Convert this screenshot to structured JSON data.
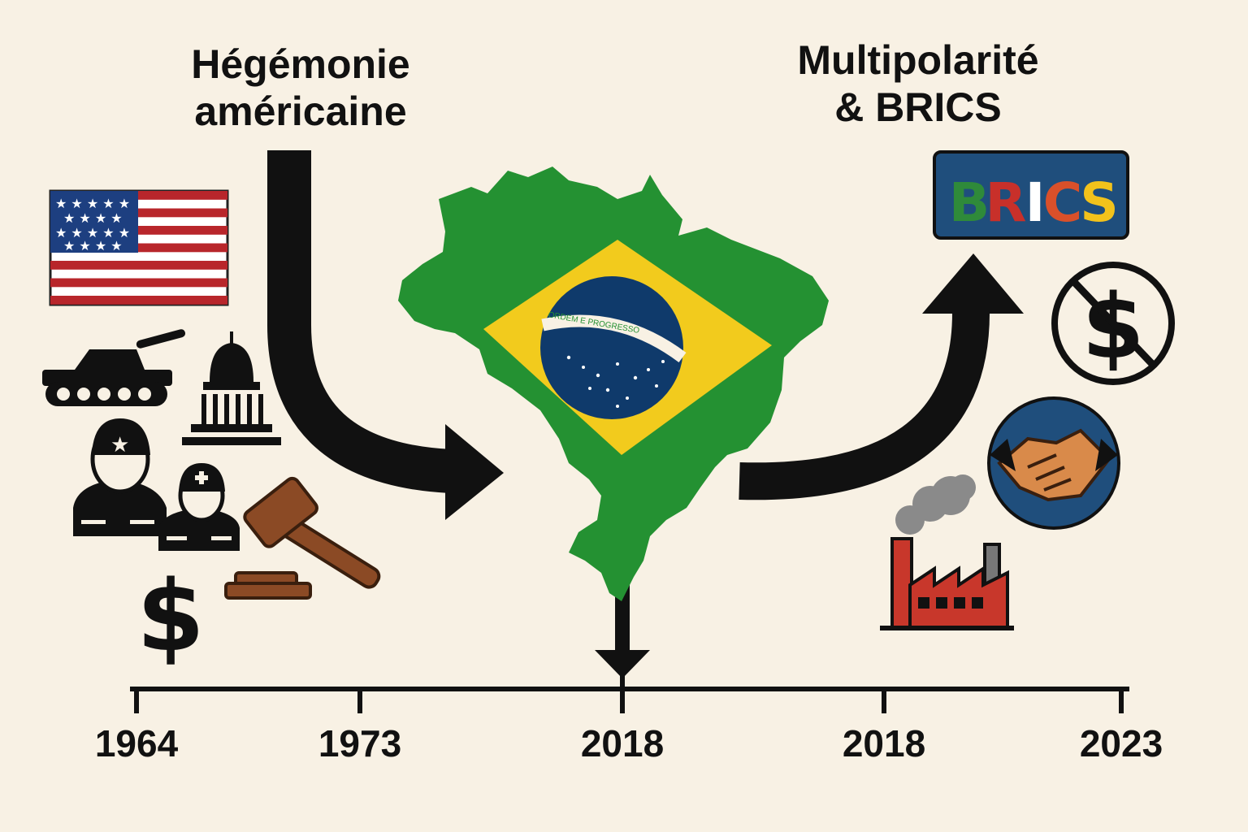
{
  "headings": {
    "left_line1": "Hégémonie",
    "left_line2": "américaine",
    "right_line1": "Multipolarité",
    "right_line2": "& BRICS"
  },
  "timeline": {
    "years": [
      "1964",
      "1973",
      "2018",
      "2018",
      "2023"
    ]
  },
  "flag_motto": "ORDEM E PROGRESSO",
  "brics_badge": {
    "letters": [
      {
        "char": "B",
        "color": "#2f8a3a"
      },
      {
        "char": "R",
        "color": "#c8302a"
      },
      {
        "char": "I",
        "color": "#ffffff"
      },
      {
        "char": "C",
        "color": "#d9502a"
      },
      {
        "char": "S",
        "color": "#f2c21b"
      }
    ],
    "background": "#1f4e7c"
  },
  "left_icons": [
    "us-flag-icon",
    "tank-icon",
    "capitol-icon",
    "soldier-icon",
    "medic-soldier-icon",
    "gavel-icon",
    "dollar-icon"
  ],
  "right_icons": [
    "brics-badge",
    "no-dollar-icon",
    "handshake-icon",
    "factory-icon"
  ],
  "colors": {
    "background": "#f8f1e4",
    "brazil_green": "#249132",
    "brazil_yellow": "#f2cb1d",
    "brazil_blue": "#0f3a6b",
    "arrow": "#111111",
    "usa_red": "#b8262b",
    "usa_blue": "#1d3f80"
  }
}
